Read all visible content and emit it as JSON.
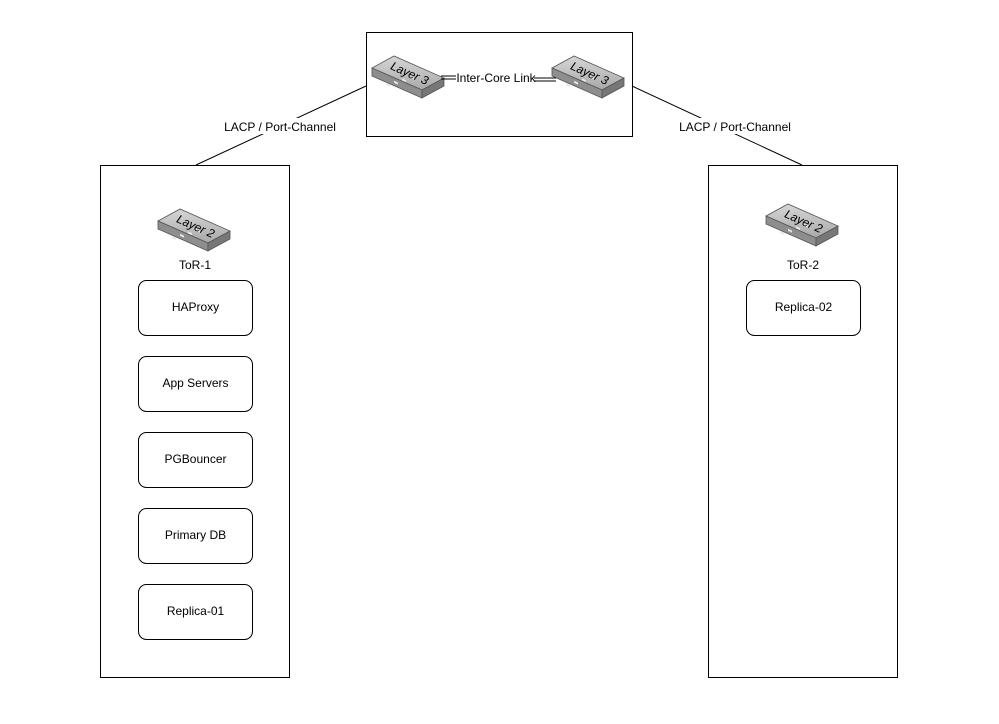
{
  "diagram": {
    "core": {
      "switch_left": {
        "label": "Layer 3",
        "icon": "layer3-switch-icon"
      },
      "switch_right": {
        "label": "Layer 3",
        "icon": "layer3-switch-icon"
      },
      "link_label": "Inter-Core Link"
    },
    "uplinks": {
      "left_label": "LACP / Port-Channel",
      "right_label": "LACP / Port-Channel"
    },
    "rack_left": {
      "switch": {
        "label": "Layer 2",
        "icon": "layer2-switch-icon"
      },
      "name": "ToR-1",
      "nodes": [
        "HAProxy",
        "App Servers",
        "PGBouncer",
        "Primary DB",
        "Replica-01"
      ]
    },
    "rack_right": {
      "switch": {
        "label": "Layer 2",
        "icon": "layer2-switch-icon"
      },
      "name": "ToR-2",
      "nodes": [
        "Replica-02"
      ]
    }
  }
}
